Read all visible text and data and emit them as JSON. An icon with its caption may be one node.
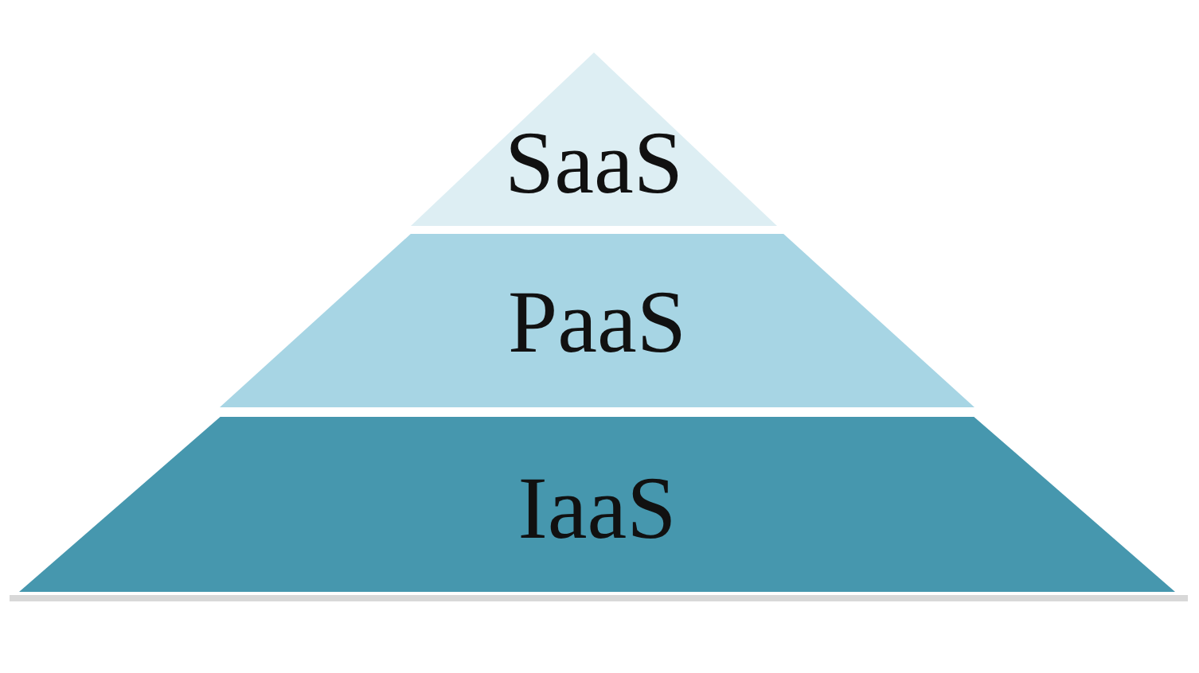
{
  "diagram": {
    "nodes": [
      {
        "text": [
          "SaaS"
        ]
      },
      {
        "text": [
          "PaaS"
        ]
      },
      {
        "text": [
          "IaaS"
        ]
      }
    ]
  }
}
